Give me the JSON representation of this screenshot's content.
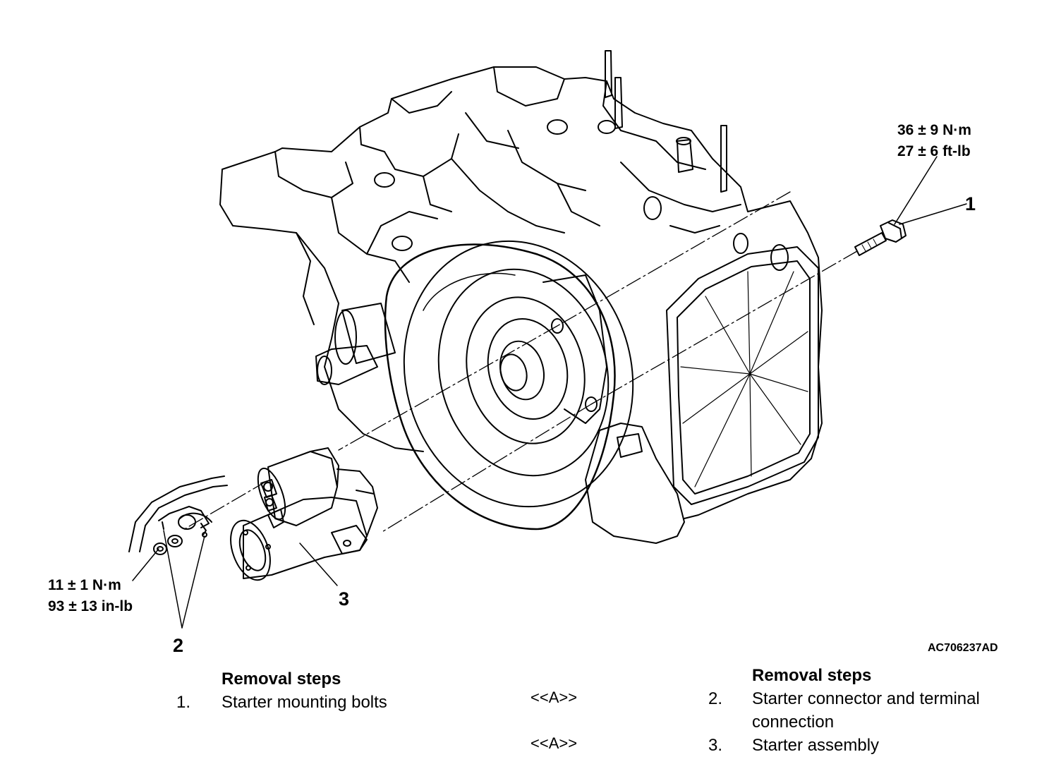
{
  "callouts": {
    "c1": "1",
    "c2": "2",
    "c3": "3"
  },
  "torque": {
    "bolt_nm": "36 ± 9 N·m",
    "bolt_ftlb": "27 ± 6 ft-lb",
    "nut_nm": "11 ± 1 N·m",
    "nut_inlb": "93 ± 13 in-lb"
  },
  "figure_code": "AC706237AD",
  "steps_left": {
    "heading": "Removal steps",
    "items": [
      {
        "no": "1.",
        "text": "Starter mounting bolts"
      }
    ]
  },
  "steps_right": {
    "heading": "Removal steps",
    "items": [
      {
        "tag": "<<A>>",
        "no": "2.",
        "text": "Starter connector and terminal",
        "text2": "connection"
      },
      {
        "tag": "<<A>>",
        "no": "3.",
        "text": "Starter assembly"
      }
    ]
  }
}
